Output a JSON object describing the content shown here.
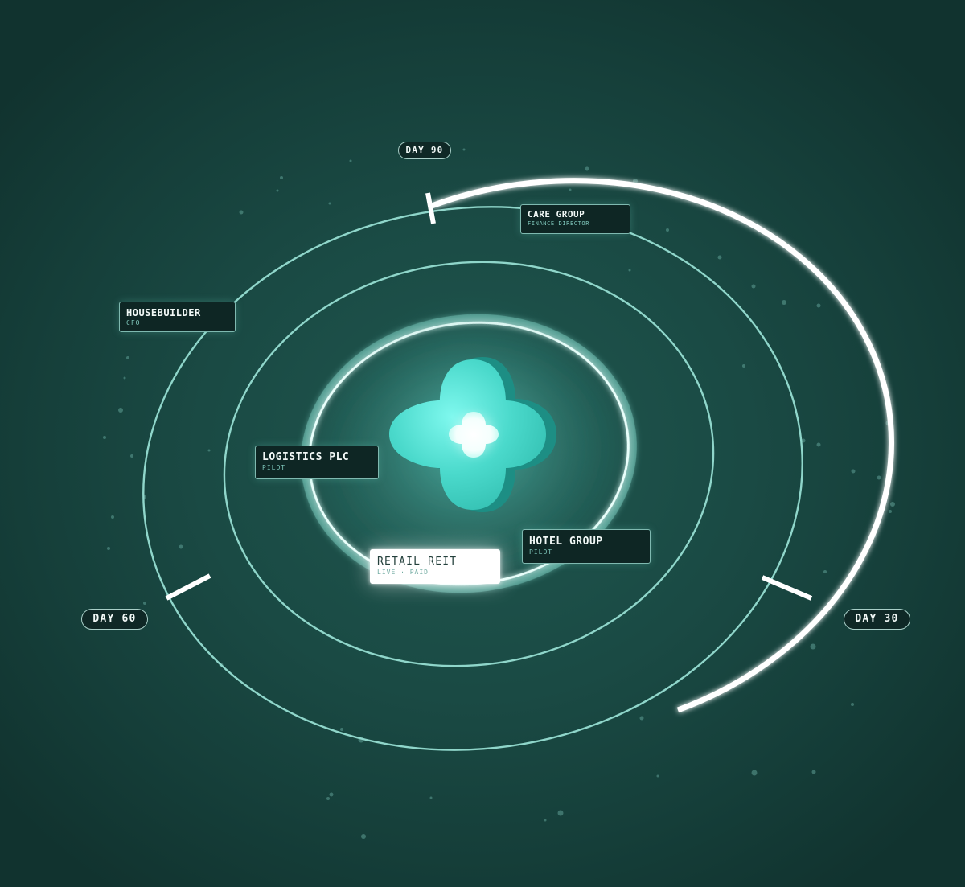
{
  "milestones": {
    "day30": "DAY 30",
    "day60": "DAY 60",
    "day90": "DAY 90"
  },
  "accounts": [
    {
      "name": "CARE GROUP",
      "role": "FINANCE DIRECTOR"
    },
    {
      "name": "HOUSEBUILDER",
      "role": "CFO"
    },
    {
      "name": "LOGISTICS PLC",
      "role": "PILOT"
    },
    {
      "name": "HOTEL GROUP",
      "role": "PILOT"
    },
    {
      "name": "RETAIL REIT",
      "role": "LIVE · PAID"
    }
  ],
  "center": {
    "icon": "four-point-star-icon"
  },
  "colors": {
    "background": "#1a4a44",
    "ring": "#8fd6ca",
    "progress_arc": "#ffffff",
    "core": "#4fe0d2",
    "core_shadow": "#1c8f85",
    "card_bg": "#0e2624",
    "card_border": "#7fb9b0",
    "highlight_card": "#ffffff"
  }
}
